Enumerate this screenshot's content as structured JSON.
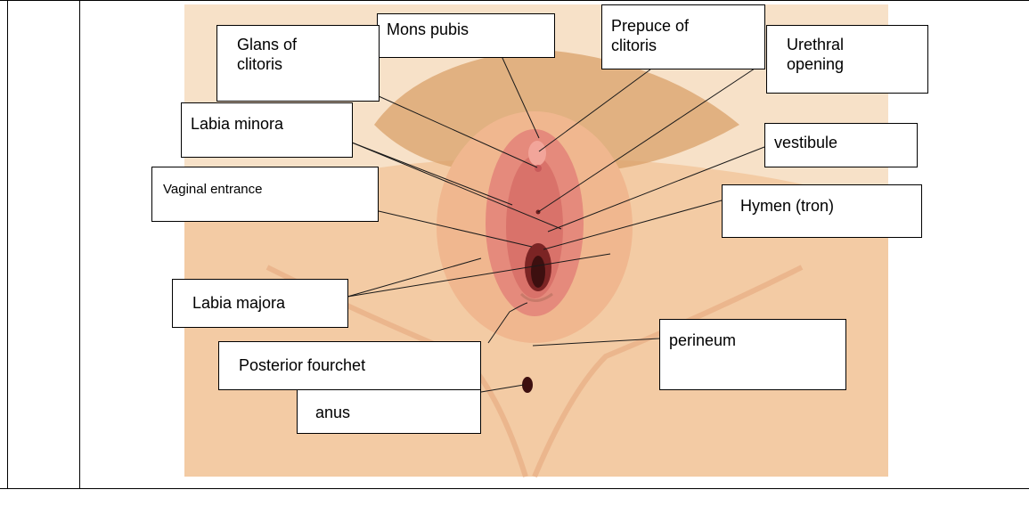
{
  "colors": {
    "background": "#f7e1c8",
    "skin": "#f3cba4",
    "skin_dark": "#e6a97f",
    "hair": "#d9a06a",
    "mucosa": "#e58a7c",
    "inner": "#c85a5a",
    "opening": "#6b1f1f",
    "line": "#000000"
  },
  "labels": {
    "mons_pubis": "Mons pubis",
    "glans_of_clitoris": "Glans of clitoris",
    "prepuce_of_clitoris": "Prepuce of clitoris",
    "urethral_opening": "Urethral opening",
    "labia_minora": "Labia minora",
    "vestibule": "vestibule",
    "vaginal_entrance": "Vaginal entrance",
    "hymen": "Hymen (tron)",
    "labia_majora": "Labia majora",
    "perineum": "perineum",
    "posterior_fourchet": "Posterior fourchet",
    "anus": "anus"
  }
}
